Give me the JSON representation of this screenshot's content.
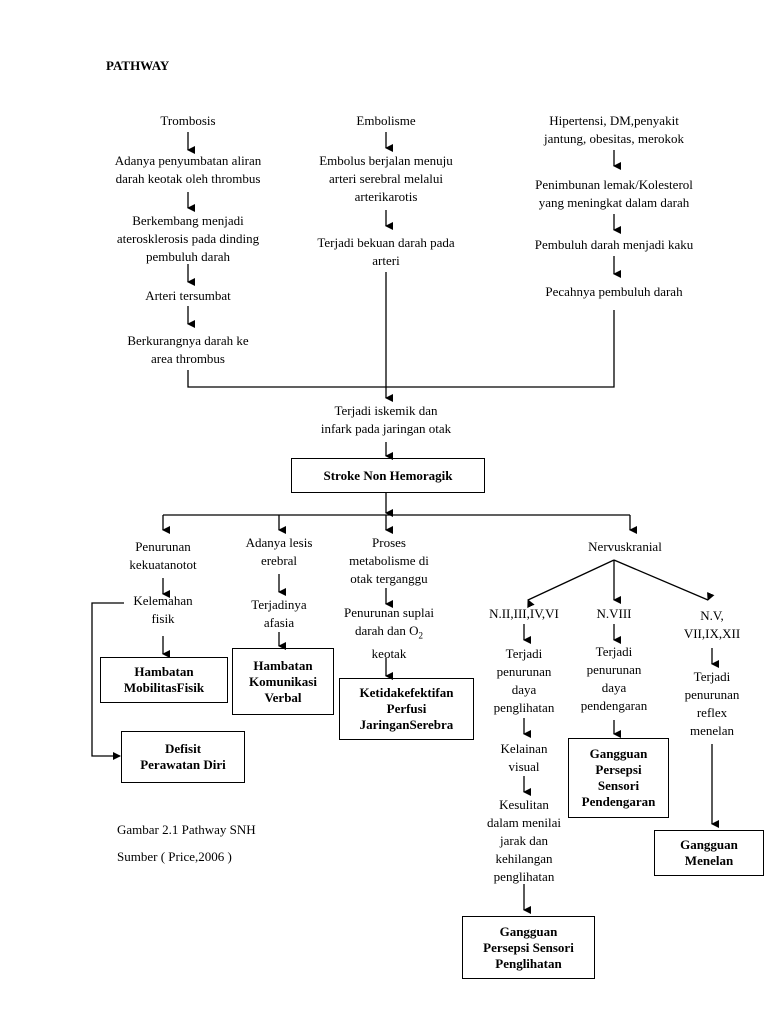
{
  "heading": "PATHWAY",
  "column_trombosis": {
    "t1": "Trombosis",
    "t2": "Adanya penyumbatan aliran\ndarah keotak oleh thrombus",
    "t3": "Berkembang menjadi\naterosklerosis pada dinding\npembuluh darah",
    "t4": "Arteri tersumbat",
    "t5": "Berkurangnya darah ke\narea thrombus"
  },
  "column_embolisme": {
    "e1": "Embolisme",
    "e2": "Embolus berjalan menuju\narteri serebral melalui\narterikarotis",
    "e3": "Terjadi bekuan darah pada\narteri"
  },
  "column_hipertensi": {
    "h1": "Hipertensi, DM,penyakit\njantung, obesitas, merokok",
    "h2": "Penimbunan lemak/Kolesterol\nyang meningkat dalam darah",
    "h3": "Pembuluh darah menjadi kaku",
    "h4": "Pecahnya pembuluh darah"
  },
  "center": {
    "iskemik": "Terjadi iskemik dan\ninfark pada jaringan otak",
    "stroke": "Stroke Non Hemoragik"
  },
  "branch_kekuatan": {
    "k1": "Penurunan\nkekuatanotot",
    "k2": "Kelemahan\nfisik",
    "box_mobilitas": "Hambatan\nMobilitasFisik",
    "box_perawatan": "Defisit\nPerawatan Diri"
  },
  "branch_lesi": {
    "l1": "Adanya lesis\nerebral",
    "l2": "Terjadinya\nafasia",
    "box_komunikasi": "Hambatan\nKomunikasi\nVerbal"
  },
  "branch_metabolisme": {
    "m1": "Proses\nmetabolisme di\notak terganggu",
    "m2_pre": "Penurunan suplai\ndarah dan O",
    "m2_sub": "2",
    "m2_post": "\nkeotak",
    "box_perfusi": "Ketidakefektifan\nPerfusi\nJaringanSerebra"
  },
  "branch_nervus": {
    "title": "Nervuskranial",
    "n1_title": "N.II,III,IV,VI",
    "n1_a": "Terjadi\npenurunan\ndaya\npenglihatan",
    "n1_b": "Kelainan\nvisual",
    "n1_c": "Kesulitan\ndalam menilai\njarak dan\nkehilangan\npenglihatan",
    "n1_box": "Gangguan\nPersepsi Sensori\nPenglihatan",
    "n2_title": "N.VIII",
    "n2_a": "Terjadi\npenurunan\ndaya\npendengaran",
    "n2_box": "Gangguan\nPersepsi\nSensori\nPendengaran",
    "n3_title": "N.V,\nVII,IX,XII",
    "n3_a": "Terjadi\npenurunan\nreflex\nmenelan",
    "n3_box": "Gangguan\nMenelan"
  },
  "caption": {
    "line1": "Gambar 2.1 Pathway SNH",
    "line2": "Sumber ( Price,2006 )"
  }
}
